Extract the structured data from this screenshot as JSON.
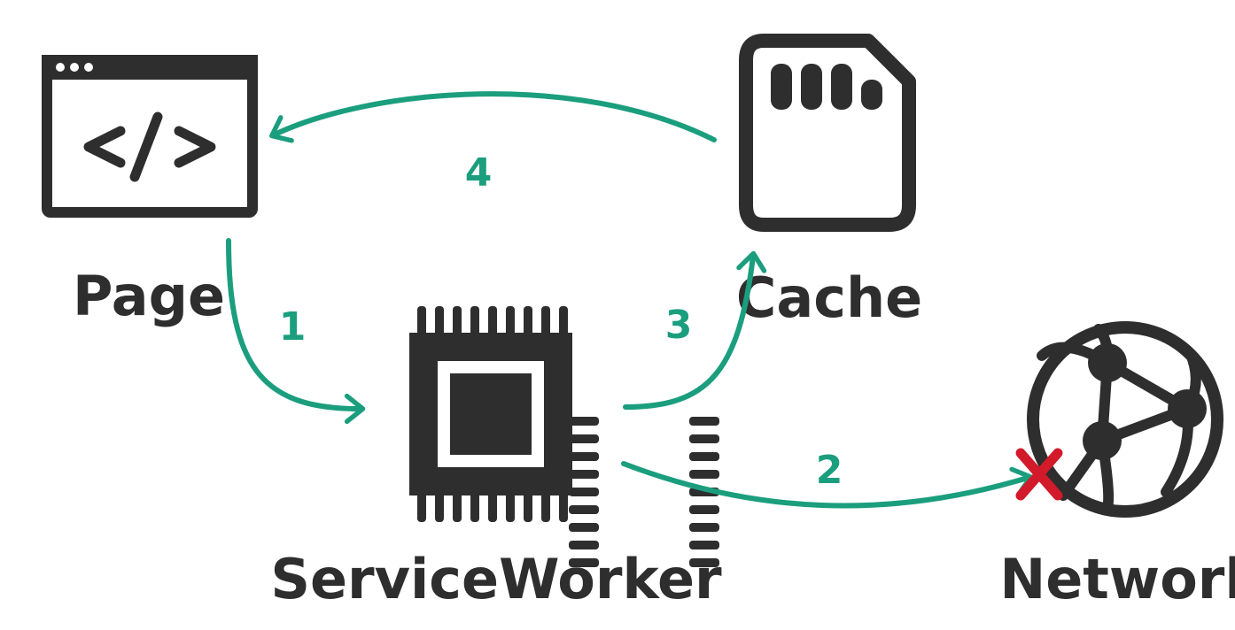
{
  "nodes": {
    "page": "Page",
    "service_worker": "ServiceWorker",
    "cache": "Cache",
    "network": "Network"
  },
  "steps": {
    "one": "1",
    "two": "2",
    "three": "3",
    "four": "4"
  },
  "icons": {
    "page": "code-window-icon",
    "service_worker": "cpu-chip-icon",
    "cache": "sd-card-icon",
    "network": "globe-network-icon",
    "blocked": "x-mark-icon"
  },
  "colors": {
    "icon": "#2e2e2e",
    "arrow": "#1b9e7e",
    "blocked": "#d21a2a"
  }
}
